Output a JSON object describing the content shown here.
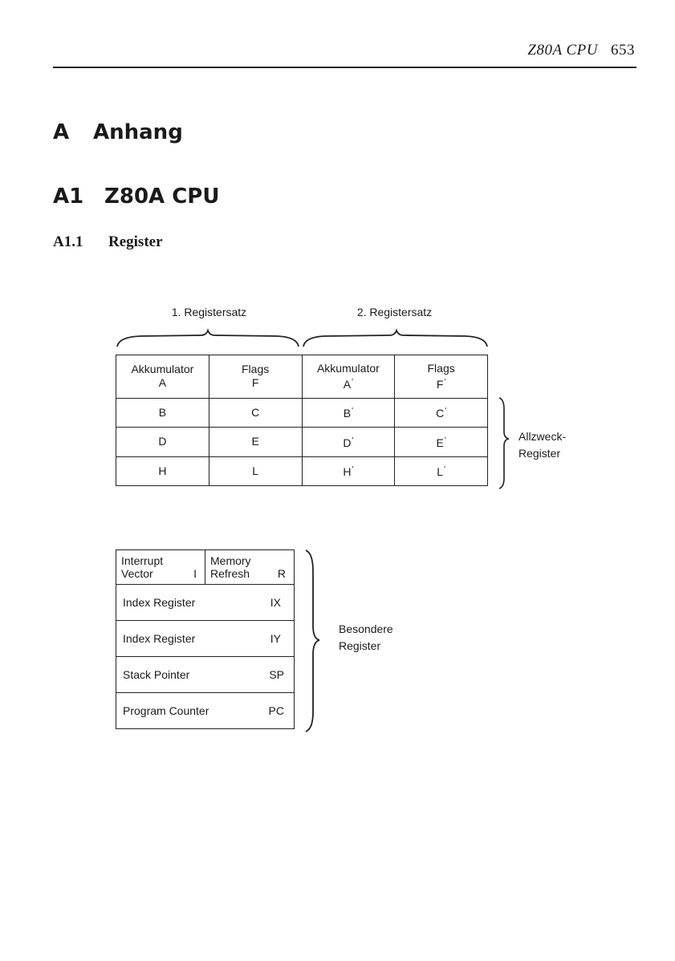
{
  "header": {
    "running_title": "Z80A CPU",
    "page_number": "653"
  },
  "headings": {
    "chapter": {
      "number": "A",
      "title": "Anhang"
    },
    "section": {
      "number": "A1",
      "title": "Z80A CPU"
    },
    "subsection": {
      "number": "A1.1",
      "title": "Register"
    }
  },
  "register_sets": {
    "set1_title": "1. Registersatz",
    "set2_title": "2. Registersatz",
    "header_row": [
      {
        "label": "Akkumulator",
        "reg": "A"
      },
      {
        "label": "Flags",
        "reg": "F"
      },
      {
        "label": "Akkumulator",
        "reg": "A",
        "prime": "'"
      },
      {
        "label": "Flags",
        "reg": "F",
        "prime": "'"
      }
    ],
    "rows": [
      [
        "B",
        "C",
        "B",
        "C"
      ],
      [
        "D",
        "E",
        "D",
        "E"
      ],
      [
        "H",
        "L",
        "H",
        "L"
      ]
    ],
    "prime_mark": "'",
    "side_label_line1": "Allzweck-",
    "side_label_line2": "Register"
  },
  "special_registers": {
    "interrupt": {
      "line1": "Interrupt",
      "line2": "Vector",
      "reg": "I"
    },
    "refresh": {
      "line1": "Memory",
      "line2": "Refresh",
      "reg": "R"
    },
    "rows": [
      {
        "label": "Index Register",
        "reg": "IX"
      },
      {
        "label": "Index Register",
        "reg": "IY"
      },
      {
        "label": "Stack Pointer",
        "reg": "SP"
      },
      {
        "label": "Program Counter",
        "reg": "PC"
      }
    ],
    "side_label_line1": "Besondere",
    "side_label_line2": "Register"
  }
}
